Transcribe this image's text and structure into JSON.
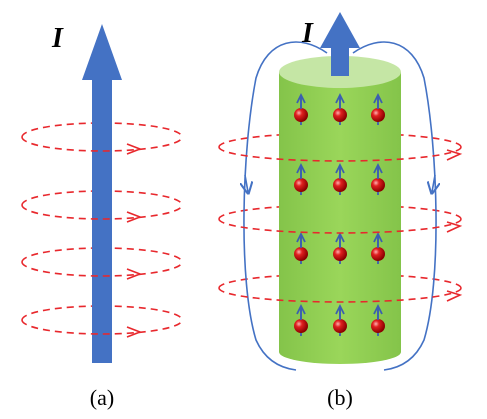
{
  "panels": [
    {
      "label": "(a)",
      "current_symbol": "I"
    },
    {
      "label": "(b)",
      "current_symbol": "I"
    }
  ],
  "colors": {
    "arrow": "#4472C4",
    "field_loop": "#E8282D",
    "cylinder_body": "#92D050",
    "cylinder_top": "#C5E6A5",
    "sphere": "#CC1111",
    "spin_arrow": "#3B5FB0",
    "return_line": "#4472C4"
  },
  "icons": [
    "current-arrow",
    "dashed-field-loop",
    "electron-sphere",
    "spin-arrow",
    "cylinder"
  ],
  "spin_grid": {
    "rows": 4,
    "cols": 3
  }
}
